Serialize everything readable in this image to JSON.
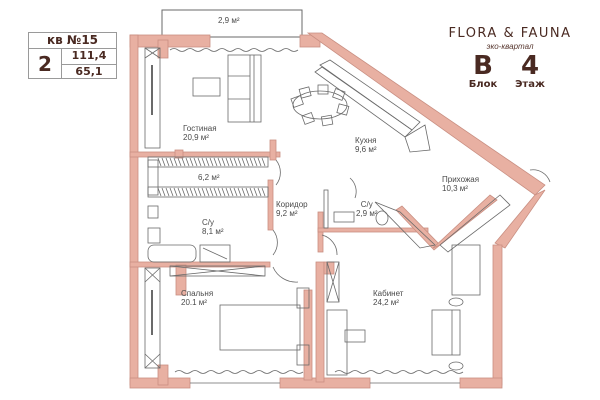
{
  "apartment": {
    "number_label": "кв №15",
    "rooms": "2",
    "total_area": "111,4",
    "living_area": "65,1"
  },
  "brand": {
    "name": "FLORA & FAUNA",
    "subtitle": "эко-квартал"
  },
  "block": {
    "value": "B",
    "label": "Блок"
  },
  "floor": {
    "value": "4",
    "label": "Этаж"
  },
  "colors": {
    "wall": "#e8b0a2",
    "wall_stroke": "#c98f82",
    "text": "#4a2a22",
    "line": "#6a6a6a"
  },
  "rooms": [
    {
      "name": "",
      "area": "2,9 м²"
    },
    {
      "name": "Гостиная",
      "area": "20,9 м²"
    },
    {
      "name": "Кухня",
      "area": "9,6 м²"
    },
    {
      "name": "",
      "area": "6,2 м²"
    },
    {
      "name": "Коридор",
      "area": "9,2 м²"
    },
    {
      "name": "С/у",
      "area": "2,9 м²"
    },
    {
      "name": "Прихожая",
      "area": "10,3 м²"
    },
    {
      "name": "С/у",
      "area": "8,1 м²"
    },
    {
      "name": "Спальня",
      "area": "20.1 м²"
    },
    {
      "name": "Кабинет",
      "area": "24,2 м²"
    }
  ]
}
